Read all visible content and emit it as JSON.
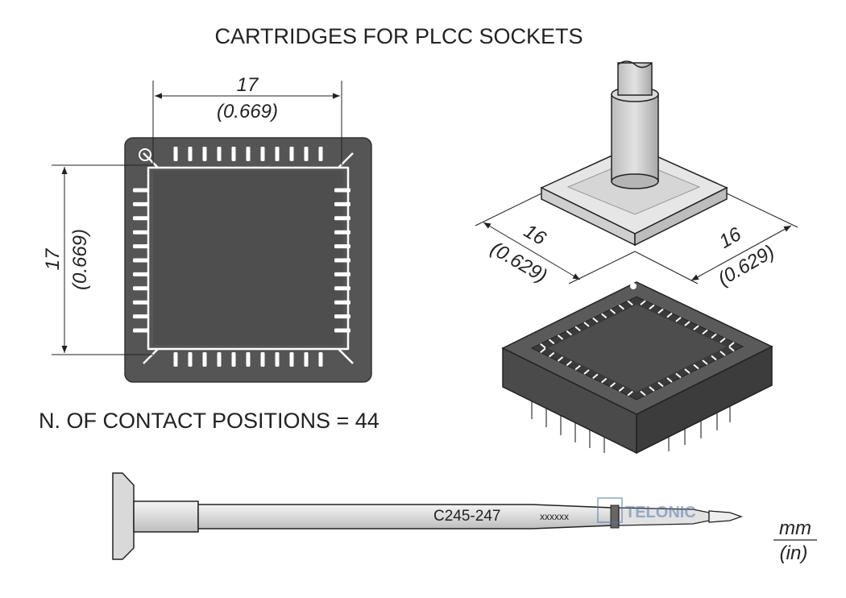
{
  "title": "CARTRIDGES FOR PLCC SOCKETS",
  "contacts_label": "N. OF CONTACT POSITIONS = 44",
  "contact_positions": 44,
  "top_view": {
    "width_mm": "17",
    "width_in": "(0.669)",
    "height_mm": "17",
    "height_in": "(0.669)"
  },
  "iso_view": {
    "left_mm": "16",
    "left_in": "(0.629)",
    "right_mm": "16",
    "right_in": "(0.629)"
  },
  "tool": {
    "model": "C245-247",
    "serial": "xxxxxx"
  },
  "units": {
    "primary": "mm",
    "secondary": "(in)"
  },
  "watermark": {
    "brand": "TELONIC"
  },
  "colors": {
    "socket_body": "#555555",
    "socket_inner": "#4a4a4a",
    "pin": "#ffffff",
    "cartridge_metal": "#c8c8c8",
    "outline": "#222222"
  }
}
